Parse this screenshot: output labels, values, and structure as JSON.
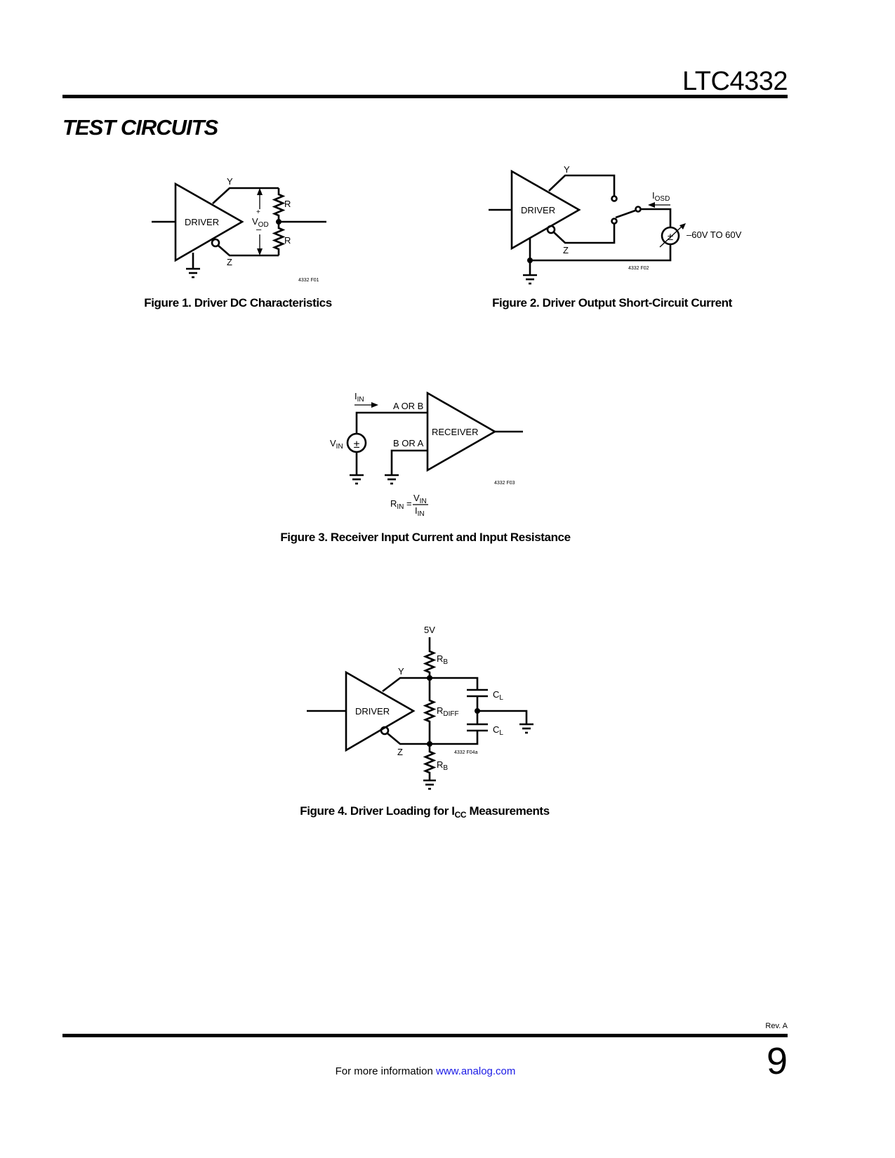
{
  "header": {
    "part_number": "LTC4332"
  },
  "section_title": "TEST CIRCUITS",
  "figure1": {
    "driver": "DRIVER",
    "y": "Y",
    "z": "Z",
    "r_top": "R",
    "r_bottom": "R",
    "plus": "+",
    "vod_main": "V",
    "vod_sub": "OD",
    "minus": "–",
    "code": "4332 F01",
    "caption": "Figure 1. Driver DC Characteristics"
  },
  "figure2": {
    "driver": "DRIVER",
    "y": "Y",
    "z": "Z",
    "iosd_main": "I",
    "iosd_sub": "OSD",
    "source_sign": "±",
    "voltage_range": "–60V TO 60V",
    "code": "4332 F02",
    "caption": "Figure 2. Driver Output Short-Circuit Current"
  },
  "figure3": {
    "receiver": "RECEIVER",
    "iin_main": "I",
    "iin_sub": "IN",
    "a_or_b": "A OR B",
    "b_or_a": "B OR A",
    "vin_main": "V",
    "vin_sub": "IN",
    "source_sign": "±",
    "code": "4332  F03",
    "formula": {
      "lhs_main": "R",
      "lhs_sub": "IN",
      "equals": " =",
      "num_main": "V",
      "num_sub": "IN",
      "den_main": "I",
      "den_sub": "IN"
    },
    "caption": "Figure 3. Receiver Input Current and Input Resistance"
  },
  "figure4": {
    "driver": "DRIVER",
    "y": "Y",
    "z": "Z",
    "supply": "5V",
    "rb_main": "R",
    "rb_sub": "B",
    "rdiff_main": "R",
    "rdiff_sub": "DIFF",
    "cl_main": "C",
    "cl_sub": "L",
    "code": "4332 F04a",
    "caption_pre": "Figure 4. Driver Loading for I",
    "caption_sub": "CC",
    "caption_post": " Measurements"
  },
  "footer": {
    "revision": "Rev. A",
    "more_info": "For more information ",
    "link": "www.analog.com",
    "page_number": "9"
  }
}
